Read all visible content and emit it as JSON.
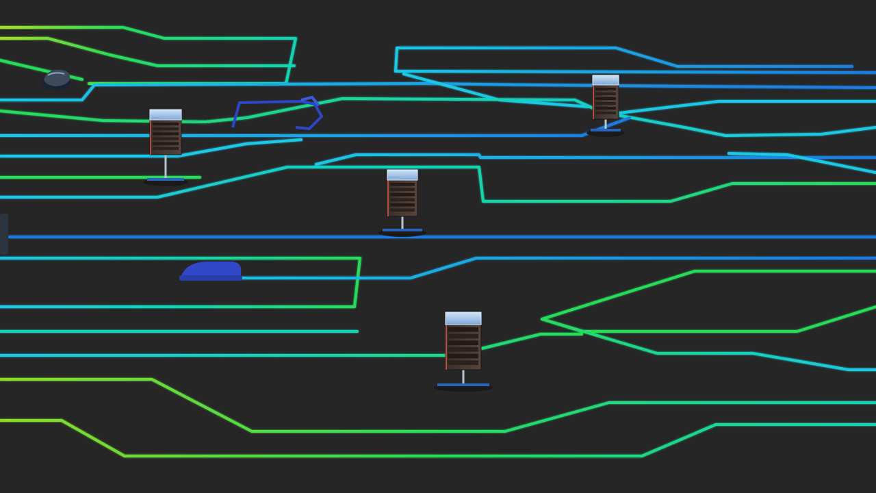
{
  "scene": {
    "background": "#262626",
    "colors": {
      "cyan": "#1ec8e6",
      "blue": "#1e7ae0",
      "teal": "#16d2b4",
      "green": "#28dc5a",
      "lime": "#8cdc28",
      "deep_blue": "#2c46c8"
    },
    "servers": [
      {
        "name": "server-rack-1",
        "icon": "server-rack-icon"
      },
      {
        "name": "server-rack-2",
        "icon": "server-rack-icon"
      },
      {
        "name": "server-rack-3",
        "icon": "server-rack-icon"
      },
      {
        "name": "server-rack-4",
        "icon": "server-rack-icon"
      }
    ],
    "devices": [
      {
        "name": "router-device",
        "icon": "router-icon"
      },
      {
        "name": "network-switch",
        "icon": "switch-icon"
      },
      {
        "name": "cable-loop",
        "icon": "cable-loop-icon"
      }
    ]
  }
}
